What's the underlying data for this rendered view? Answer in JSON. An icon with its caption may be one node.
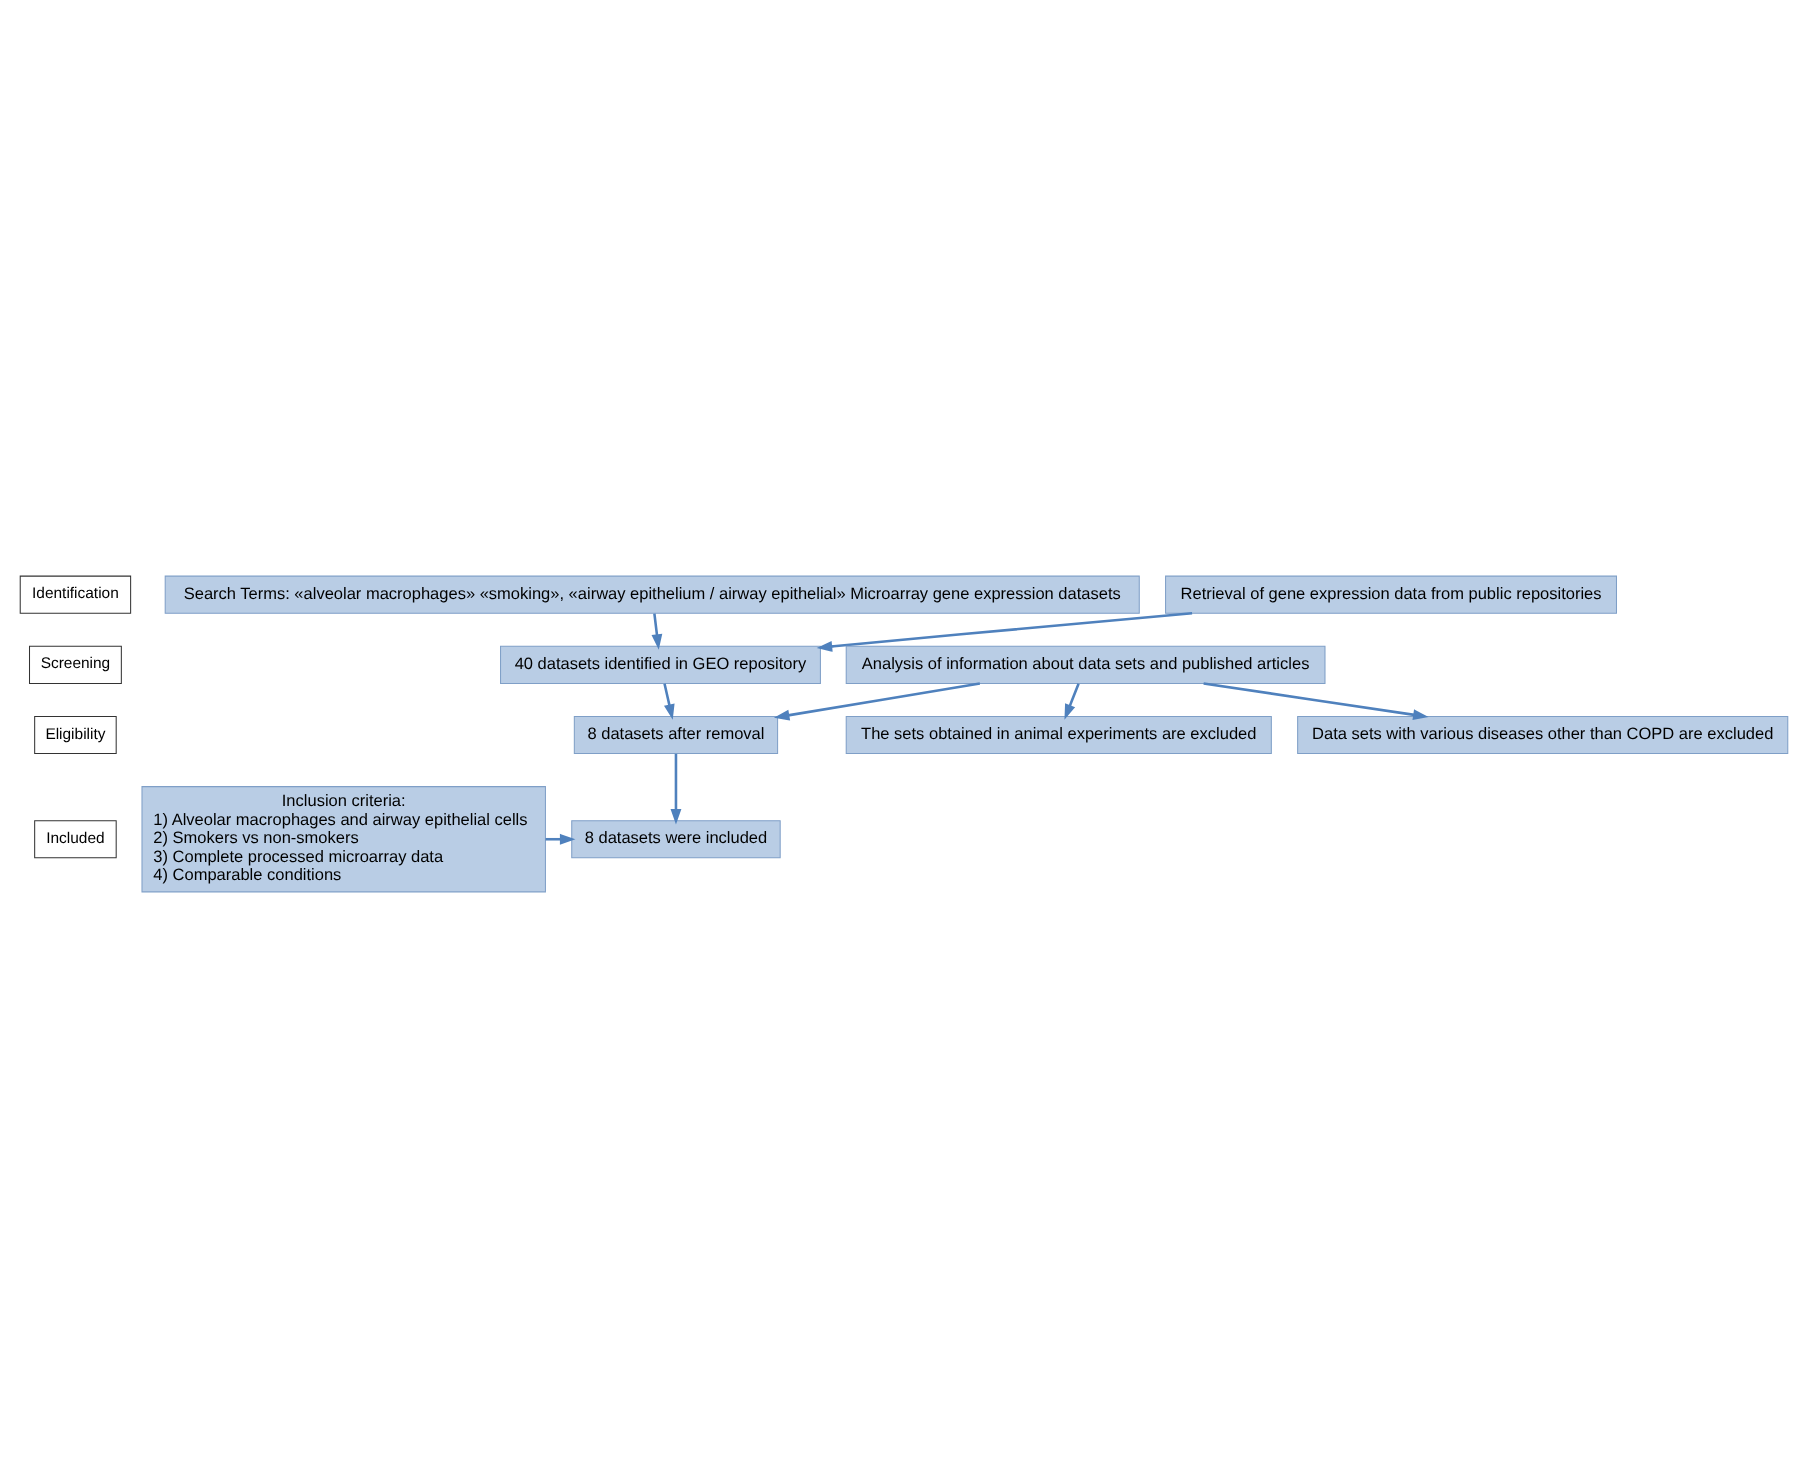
{
  "diagram": {
    "nodes": [
      {
        "text": [
          "Identification"
        ]
      },
      {
        "text": [
          "Screening"
        ]
      },
      {
        "text": [
          "Eligibility"
        ]
      },
      {
        "text": [
          "Included"
        ]
      },
      {
        "text": [
          "Search Terms: «alveolar macrophages» «smoking», «airway epithelium / airway epithelial» Microarray gene expression datasets"
        ]
      },
      {
        "text": [
          "Retrieval of gene expression data from public repositories"
        ]
      },
      {
        "text": [
          "40 datasets identified in GEO repository"
        ]
      },
      {
        "text": [
          "Analysis of information about data sets and published articles"
        ]
      },
      {
        "text": [
          "The sets obtained in animal experiments are excluded"
        ]
      },
      {
        "text": [
          "Data sets with various diseases other than COPD are excluded"
        ]
      },
      {
        "text": [
          "8 datasets after removal"
        ]
      },
      {
        "text": [
          "Inclusion criteria:",
          "1) Alveolar macrophages and airway epithelial cells",
          "2) Smokers vs non-smokers",
          "3) Complete processed microarray data",
          "4) Comparable conditions"
        ]
      },
      {
        "text": [
          "8 datasets were included"
        ]
      }
    ],
    "edges": [
      {
        "from": 5,
        "to": 6,
        "arrow": "to"
      },
      {
        "from": 4,
        "to": 6,
        "arrow": "to"
      },
      {
        "from": 6,
        "to": 10,
        "arrow": "to"
      },
      {
        "from": 7,
        "to": 10,
        "arrow": "to"
      },
      {
        "from": 7,
        "to": 8,
        "arrow": "to"
      },
      {
        "from": 7,
        "to": 9,
        "arrow": "to"
      },
      {
        "from": 10,
        "to": 12,
        "arrow": "to"
      },
      {
        "from": 11,
        "to": 12,
        "arrow": "to"
      }
    ]
  }
}
